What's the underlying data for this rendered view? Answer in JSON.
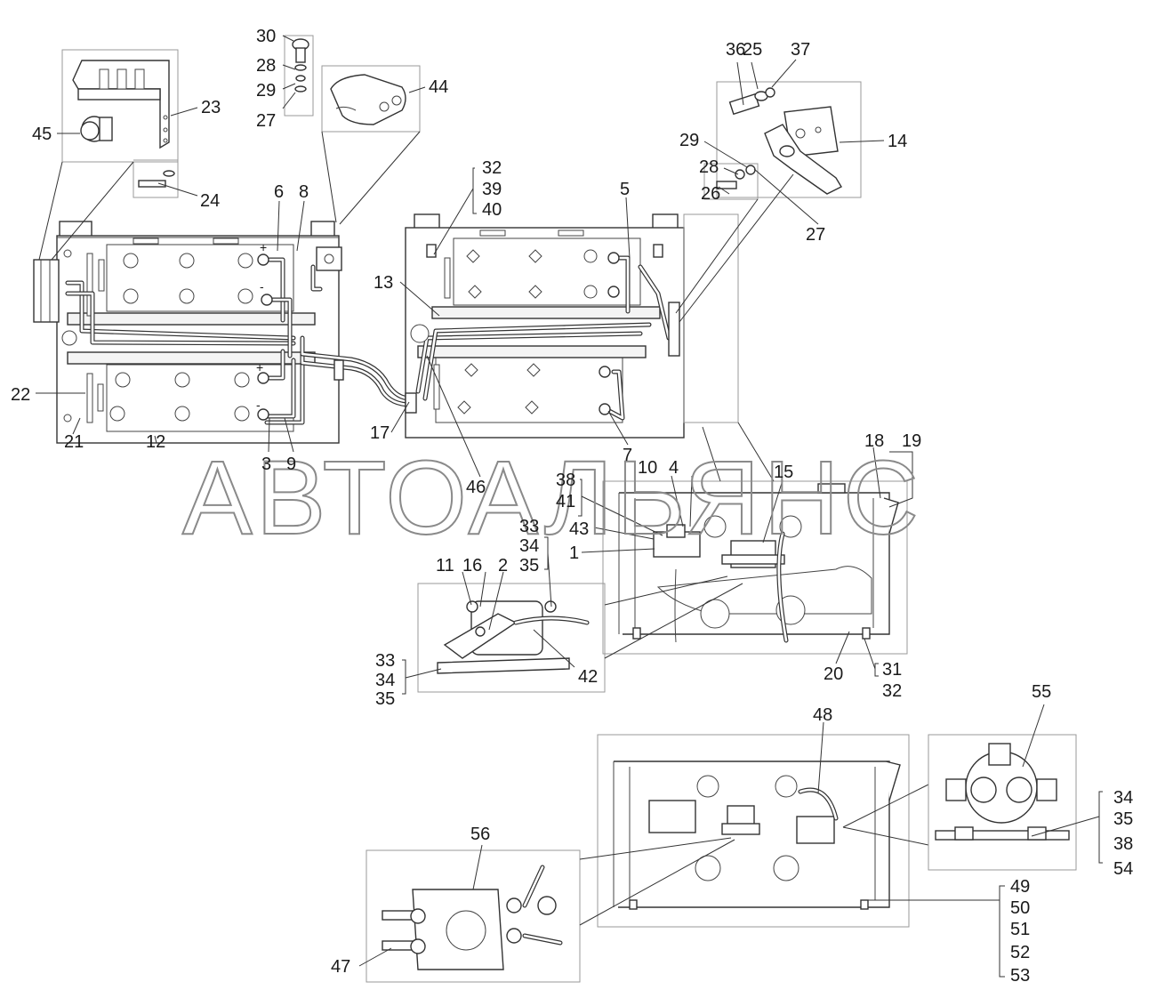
{
  "watermark": "АВТОАЛЬЯНС",
  "callouts": [
    {
      "id": "c30",
      "text": "30"
    },
    {
      "id": "c28a",
      "text": "28"
    },
    {
      "id": "c29a",
      "text": "29"
    },
    {
      "id": "c27a",
      "text": "27"
    },
    {
      "id": "c44",
      "text": "44"
    },
    {
      "id": "c23",
      "text": "23"
    },
    {
      "id": "c45",
      "text": "45"
    },
    {
      "id": "c24",
      "text": "24"
    },
    {
      "id": "c6",
      "text": "6"
    },
    {
      "id": "c8",
      "text": "8"
    },
    {
      "id": "c22",
      "text": "22"
    },
    {
      "id": "c21",
      "text": "21"
    },
    {
      "id": "c12",
      "text": "12"
    },
    {
      "id": "c3",
      "text": "3"
    },
    {
      "id": "c9",
      "text": "9"
    },
    {
      "id": "c36",
      "text": "36"
    },
    {
      "id": "c25",
      "text": "25"
    },
    {
      "id": "c37",
      "text": "37"
    },
    {
      "id": "c14",
      "text": "14"
    },
    {
      "id": "c29b",
      "text": "29"
    },
    {
      "id": "c28b",
      "text": "28"
    },
    {
      "id": "c26",
      "text": "26"
    },
    {
      "id": "c27b",
      "text": "27"
    },
    {
      "id": "c32a",
      "text": "32"
    },
    {
      "id": "c39",
      "text": "39"
    },
    {
      "id": "c40",
      "text": "40"
    },
    {
      "id": "c5",
      "text": "5"
    },
    {
      "id": "c13",
      "text": "13"
    },
    {
      "id": "c17",
      "text": "17"
    },
    {
      "id": "c46",
      "text": "46"
    },
    {
      "id": "c7",
      "text": "7"
    },
    {
      "id": "c18",
      "text": "18"
    },
    {
      "id": "c19",
      "text": "19"
    },
    {
      "id": "c38a",
      "text": "38"
    },
    {
      "id": "c41",
      "text": "41"
    },
    {
      "id": "c43",
      "text": "43"
    },
    {
      "id": "c10",
      "text": "10"
    },
    {
      "id": "c4",
      "text": "4"
    },
    {
      "id": "c15",
      "text": "15"
    },
    {
      "id": "c1",
      "text": "1"
    },
    {
      "id": "c33a",
      "text": "33"
    },
    {
      "id": "c34a",
      "text": "34"
    },
    {
      "id": "c35a",
      "text": "35"
    },
    {
      "id": "c11",
      "text": "11"
    },
    {
      "id": "c16",
      "text": "16"
    },
    {
      "id": "c2",
      "text": "2"
    },
    {
      "id": "c42",
      "text": "42"
    },
    {
      "id": "c33b",
      "text": "33"
    },
    {
      "id": "c34b",
      "text": "34"
    },
    {
      "id": "c35b",
      "text": "35"
    },
    {
      "id": "c20",
      "text": "20"
    },
    {
      "id": "c31",
      "text": "31"
    },
    {
      "id": "c32b",
      "text": "32"
    },
    {
      "id": "c48",
      "text": "48"
    },
    {
      "id": "c55",
      "text": "55"
    },
    {
      "id": "c34c",
      "text": "34"
    },
    {
      "id": "c35c",
      "text": "35"
    },
    {
      "id": "c38b",
      "text": "38"
    },
    {
      "id": "c54",
      "text": "54"
    },
    {
      "id": "c56",
      "text": "56"
    },
    {
      "id": "c49",
      "text": "49"
    },
    {
      "id": "c50",
      "text": "50"
    },
    {
      "id": "c51",
      "text": "51"
    },
    {
      "id": "c52",
      "text": "52"
    },
    {
      "id": "c53",
      "text": "53"
    },
    {
      "id": "c47",
      "text": "47"
    }
  ]
}
